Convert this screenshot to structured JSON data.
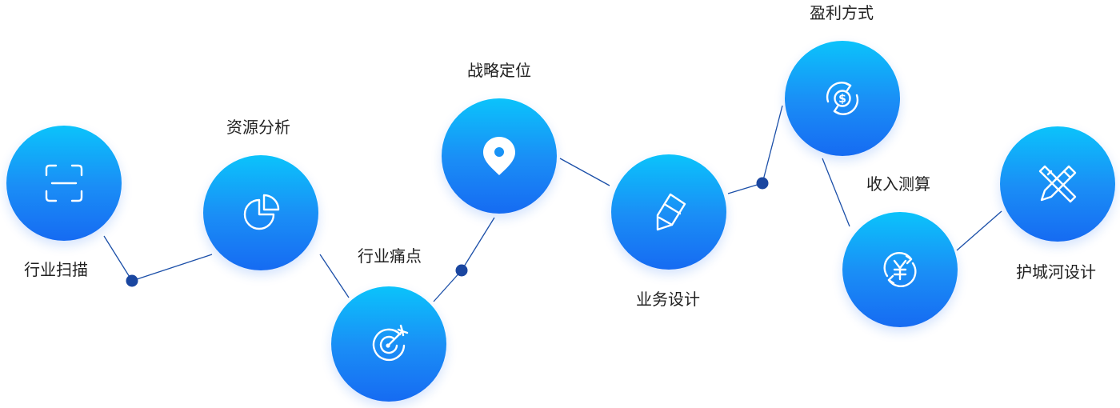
{
  "steps": [
    {
      "id": "scan",
      "label": "行业扫描",
      "icon": "scan-frame-icon"
    },
    {
      "id": "resource",
      "label": "资源分析",
      "icon": "pie-chart-icon"
    },
    {
      "id": "pain",
      "label": "行业痛点",
      "icon": "target-arrow-icon"
    },
    {
      "id": "position",
      "label": "战略定位",
      "icon": "map-pin-icon"
    },
    {
      "id": "biz",
      "label": "业务设计",
      "icon": "pencil-edit-icon"
    },
    {
      "id": "profit",
      "label": "盈利方式",
      "icon": "dollar-cycle-icon"
    },
    {
      "id": "revenue",
      "label": "收入测算",
      "icon": "yuan-cycle-icon"
    },
    {
      "id": "moat",
      "label": "护城河设计",
      "icon": "ruler-pencil-icon"
    }
  ],
  "colors": {
    "gradient_top": "#0bc3fb",
    "gradient_bottom": "#166bf2",
    "connector": "#1b4fa8",
    "joint_dot": "#1a46a0",
    "label_text": "#222222"
  }
}
